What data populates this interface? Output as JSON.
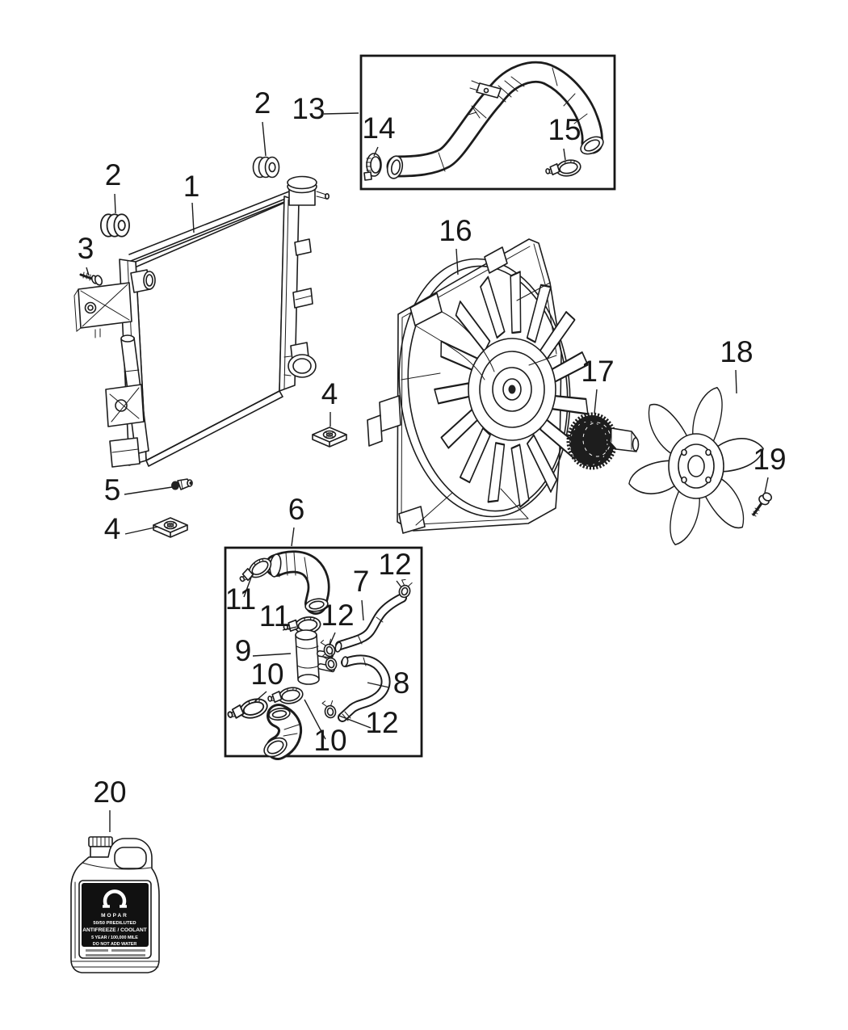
{
  "colors": {
    "ink": "#1c1c1c",
    "background": "#ffffff"
  },
  "callouts": {
    "radiator": "1",
    "grommet_upper": "2",
    "grommet_left": "2",
    "screw_3": "3",
    "nut_right": "4",
    "nut_left": "4",
    "sensor": "5",
    "hose_kit": "6",
    "hose_outlet": "7",
    "hose_return": "8",
    "connector": "9",
    "clamp_10_left": "10",
    "clamp_10_right": "10",
    "clamp_11_upper": "11",
    "clamp_11_lower": "11",
    "clamp_12_top": "12",
    "clamp_12_mid": "12",
    "clamp_12_bottom": "12",
    "upper_hose": "13",
    "clamp_14": "14",
    "clamp_15": "15",
    "fan_shroud": "16",
    "fan_clutch": "17",
    "fan_blade": "18",
    "bolt_19": "19",
    "coolant_jug": "20"
  },
  "jug": {
    "brand": "MOPAR",
    "line1": "50/50 PREDILUTED",
    "line2": "ANTIFREEZE / COOLANT",
    "line3": "5 YEAR / 100,000 MILE",
    "line4": "DO NOT ADD WATER"
  }
}
